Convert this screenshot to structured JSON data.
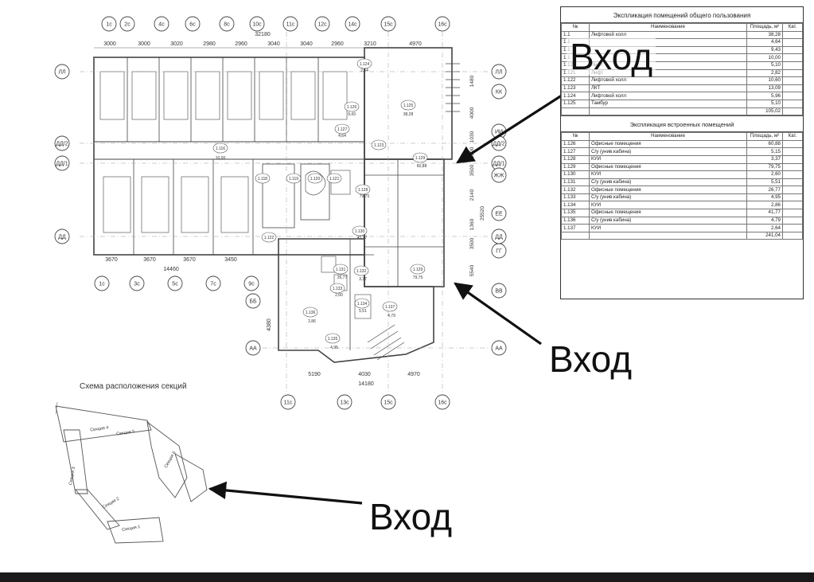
{
  "plan": {
    "top_axes": [
      "1с",
      "2с",
      "4с",
      "6с",
      "8с",
      "10с",
      "11с",
      "12с",
      "14с",
      "15с",
      "16с"
    ],
    "top_overall_dim": "32180",
    "top_dims": [
      "3000",
      "3000",
      "3020",
      "2980",
      "2960",
      "3040",
      "3040",
      "2960",
      "3210",
      "4970"
    ],
    "left_axes": [
      "ЛЛ",
      "ДД/2",
      "ДД/1",
      "ДД"
    ],
    "right_axes": [
      "ЛЛ",
      "КК",
      "ИИ",
      "ДД/2",
      "ДД/1",
      "ЖЖ",
      "ЕЕ",
      "ДД",
      "ГГ",
      "ВВ",
      "АА"
    ],
    "right_dims": [
      "1480",
      "4000",
      "1030",
      "1200",
      "3500",
      "2140",
      "1360",
      "3500",
      "5540"
    ],
    "right_overall_dim": "25520",
    "lower_left_axes": [
      "ББ",
      "АА"
    ],
    "lower_left_dim": "4380",
    "left_bottom_dims": [
      "3670",
      "3670",
      "3670",
      "3450"
    ],
    "left_bottom_overall": "14460",
    "left_bottom_axes": [
      "1с",
      "3с",
      "5с",
      "7с",
      "9с"
    ],
    "right_bottom_dims": [
      "5190",
      "4030",
      "4970"
    ],
    "right_bottom_overall": "14180",
    "right_bottom_axes": [
      "11с",
      "13с",
      "15с",
      "16с"
    ],
    "room_tags": [
      "1.129",
      "1.128",
      "1.129",
      "1.130",
      "1.131",
      "1.132",
      "1.133",
      "1.134",
      "1.135",
      "1.136",
      "1.137",
      "1.118",
      "1.119",
      "1.120",
      "1.121",
      "1.122",
      "1.123",
      "1.124",
      "1.125",
      "1.126",
      "1.127",
      "1.116"
    ],
    "room_areas": [
      "60,88",
      "79,75",
      "79,75",
      "41,77",
      "26,77",
      "3,37",
      "2,60",
      "5,51",
      "4,95",
      "2,86",
      "4,79",
      "2,64",
      "38,28",
      "9,43",
      "4,64",
      "10,00"
    ]
  },
  "schedule_common": {
    "title": "Экспликация помещений общего пользования",
    "headers": [
      "№",
      "Наименование",
      "Площадь, м²",
      "Кат."
    ],
    "rows": [
      [
        "1.1",
        "Лифтовой холл",
        "38,28",
        ""
      ],
      [
        "1.1",
        "",
        "4,64",
        ""
      ],
      [
        "1.1",
        "",
        "9,43",
        ""
      ],
      [
        "1.1",
        "",
        "10,00",
        ""
      ],
      [
        "1.120",
        "Лифт",
        "5,10",
        ""
      ],
      [
        "1.121",
        "Лифт",
        "2,82",
        ""
      ],
      [
        "1.122",
        "Лифтовой холл",
        "10,60",
        ""
      ],
      [
        "1.123",
        "ЛКТ",
        "13,09",
        ""
      ],
      [
        "1.124",
        "Лифтовой холл",
        "5,96",
        ""
      ],
      [
        "1.125",
        "Тамбур",
        "5,10",
        ""
      ]
    ],
    "total": "105,02"
  },
  "schedule_builtin": {
    "title": "Экспликация встроенных помещений",
    "headers": [
      "№",
      "Наименование",
      "Площадь, м²",
      "Кат."
    ],
    "rows": [
      [
        "1.126",
        "Офисные помещения",
        "60,88",
        ""
      ],
      [
        "1.127",
        "С/у (унив.кабина)",
        "5,15",
        ""
      ],
      [
        "1.128",
        "КУИ",
        "3,37",
        ""
      ],
      [
        "1.129",
        "Офисные помещения",
        "79,75",
        ""
      ],
      [
        "1.130",
        "КУИ",
        "2,60",
        ""
      ],
      [
        "1.131",
        "С/у (унив.кабина)",
        "5,51",
        ""
      ],
      [
        "1.132",
        "Офисные помещения",
        "26,77",
        ""
      ],
      [
        "1.133",
        "С/у (унив.кабина)",
        "4,95",
        ""
      ],
      [
        "1.134",
        "КУИ",
        "2,86",
        ""
      ],
      [
        "1.135",
        "Офисные помещения",
        "41,77",
        ""
      ],
      [
        "1.136",
        "С/у (унив.кабина)",
        "4,79",
        ""
      ],
      [
        "1.137",
        "КУИ",
        "2,64",
        ""
      ]
    ],
    "total": "241,04"
  },
  "scheme": {
    "title": "Схема расположения секций",
    "labels": [
      "Секция 4",
      "Секция 5",
      "Секция 3",
      "Секция 2",
      "Секция 1",
      "Секция 6"
    ]
  },
  "entrance_label": "Вход",
  "colors": {
    "line": "#4a4a4a",
    "arrow": "#111111"
  }
}
